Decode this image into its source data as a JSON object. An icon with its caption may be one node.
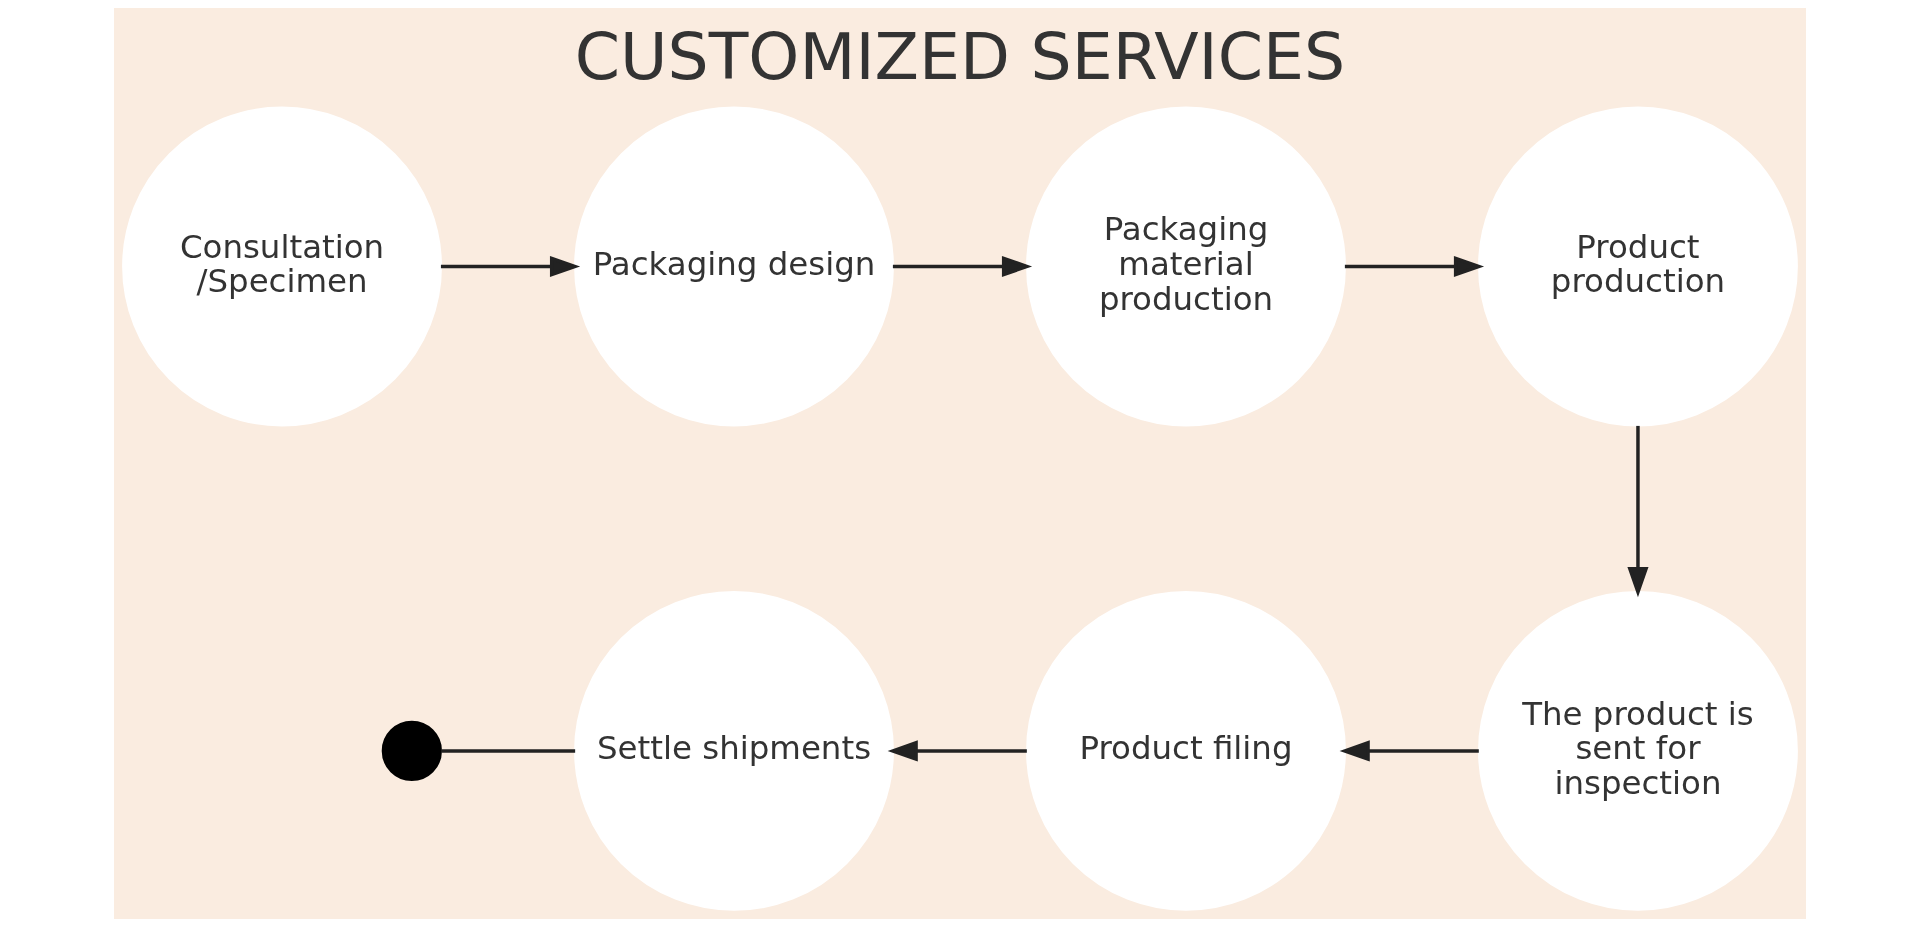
{
  "diagram": {
    "title": "CUSTOMIZED SERVICES",
    "nodes": [
      {
        "text": [
          "Consultation /Specimen"
        ]
      },
      {
        "text": [
          "Packaging design"
        ]
      },
      {
        "text": [
          "Packaging material production"
        ]
      },
      {
        "text": [
          "Product production"
        ]
      },
      {
        "text": [
          "The product is sent for inspection"
        ]
      },
      {
        "text": [
          "Product filing"
        ]
      },
      {
        "text": [
          "Settle shipments"
        ]
      },
      {
        "text": [],
        "shape": "circle"
      }
    ],
    "edges": [
      {
        "from": 0,
        "to": 1,
        "arrow": "to"
      },
      {
        "from": 1,
        "to": 2,
        "arrow": "to"
      },
      {
        "from": 2,
        "to": 3,
        "arrow": "to"
      },
      {
        "from": 3,
        "to": 4,
        "arrow": "to"
      },
      {
        "from": 4,
        "to": 5,
        "arrow": "to"
      },
      {
        "from": 5,
        "to": 6,
        "arrow": "to"
      },
      {
        "from": 6,
        "to": 7,
        "arrow": "none"
      }
    ]
  }
}
